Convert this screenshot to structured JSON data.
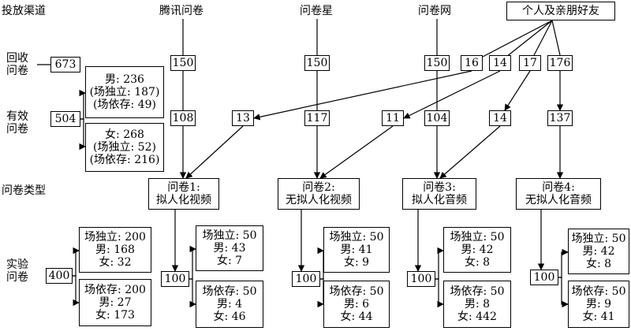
{
  "section_labels": {
    "channels": "投放渠道",
    "questionnaire_type": "问卷类型"
  },
  "channels": {
    "tencent": "腾讯问卷",
    "wenjuanxing": "问卷星",
    "wenjuanwang": "问卷网",
    "friends": "个人及亲朋好友"
  },
  "recovered": {
    "label_1": "回收",
    "label_2": "问卷",
    "count": "673"
  },
  "valid": {
    "label_1": "有效",
    "label_2": "问卷",
    "count": "504",
    "male": {
      "total": "男: 236",
      "fi": "(场独立: 187)",
      "fd": "(场依存: 49)"
    },
    "female": {
      "total": "女: 268",
      "fi": "(场独立: 52)",
      "fd": "(场依存: 216)"
    }
  },
  "flow_counts": {
    "tencent_top": "150",
    "tencent_bottom": "108",
    "wjx_top": "150",
    "wjx_bottom": "117",
    "wjw_top": "150",
    "wjw_bottom": "104",
    "friends_a": "16",
    "friends_b": "14",
    "friends_c": "17",
    "friends_d": "176",
    "mid_13": "13",
    "mid_11": "11",
    "mid_14": "14",
    "mid_137": "137"
  },
  "questionnaires": [
    {
      "line1": "问卷1:",
      "line2": "拟人化视频"
    },
    {
      "line1": "问卷2:",
      "line2": "无拟人化视频"
    },
    {
      "line1": "问卷3:",
      "line2": "拟人化音频"
    },
    {
      "line1": "问卷4:",
      "line2": "无拟人化音频"
    }
  ],
  "experiment": {
    "label_1": "实验",
    "label_2": "问卷",
    "total": "400",
    "fi": {
      "title": "场独立: 200",
      "male": "男: 168",
      "female": "女: 32"
    },
    "fd": {
      "title": "场依存: 200",
      "male": "男: 27",
      "female": "女: 173"
    }
  },
  "groups": [
    {
      "total": "100",
      "fi": {
        "title": "场独立: 50",
        "male": "男: 43",
        "female": "女: 7"
      },
      "fd": {
        "title": "场依存: 50",
        "male": "男: 4",
        "female": "女: 46"
      }
    },
    {
      "total": "100",
      "fi": {
        "title": "场独立: 50",
        "male": "男: 41",
        "female": "女: 9"
      },
      "fd": {
        "title": "场依存: 50",
        "male": "男: 6",
        "female": "女: 44"
      }
    },
    {
      "total": "100",
      "fi": {
        "title": "场独立: 50",
        "male": "男: 42",
        "female": "女: 8"
      },
      "fd": {
        "title": "场依存: 50",
        "male": "男: 8",
        "female": "女: 442"
      }
    },
    {
      "total": "100",
      "fi": {
        "title": "场独立: 50",
        "male": "男: 42",
        "female": "女: 8"
      },
      "fd": {
        "title": "场依存: 50",
        "male": "男: 9",
        "female": "女: 41"
      }
    }
  ]
}
